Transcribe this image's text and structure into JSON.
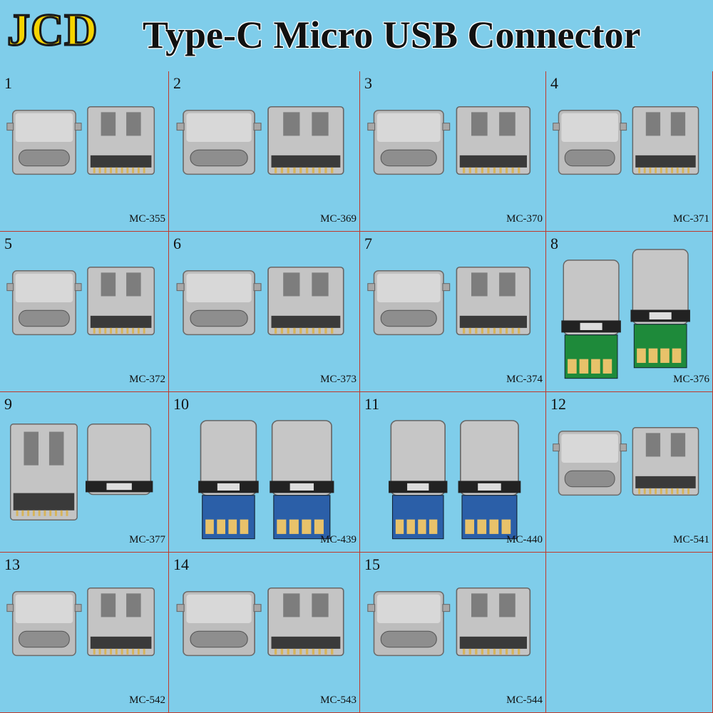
{
  "header": {
    "brand": "JCD",
    "title": "Type-C Micro USB Connector"
  },
  "colors": {
    "background": "#7fcdea",
    "brand_fill": "#f5d400",
    "grid_line": "#c0392b",
    "metal": "#c8c8c8",
    "pcb_green": "#1e8a3a",
    "pcb_blue": "#2b5fa8"
  },
  "items": [
    {
      "number": "1",
      "code": "MC-355",
      "kind": "female"
    },
    {
      "number": "2",
      "code": "MC-369",
      "kind": "female"
    },
    {
      "number": "3",
      "code": "MC-370",
      "kind": "female"
    },
    {
      "number": "4",
      "code": "MC-371",
      "kind": "female"
    },
    {
      "number": "5",
      "code": "MC-372",
      "kind": "female"
    },
    {
      "number": "6",
      "code": "MC-373",
      "kind": "female"
    },
    {
      "number": "7",
      "code": "MC-374",
      "kind": "female"
    },
    {
      "number": "8",
      "code": "MC-376",
      "kind": "plug-green"
    },
    {
      "number": "9",
      "code": "MC-377",
      "kind": "plug"
    },
    {
      "number": "10",
      "code": "MC-439",
      "kind": "plug-blue"
    },
    {
      "number": "11",
      "code": "MC-440",
      "kind": "plug-blue"
    },
    {
      "number": "12",
      "code": "MC-541",
      "kind": "female"
    },
    {
      "number": "13",
      "code": "MC-542",
      "kind": "female"
    },
    {
      "number": "14",
      "code": "MC-543",
      "kind": "female"
    },
    {
      "number": "15",
      "code": "MC-544",
      "kind": "female"
    }
  ]
}
